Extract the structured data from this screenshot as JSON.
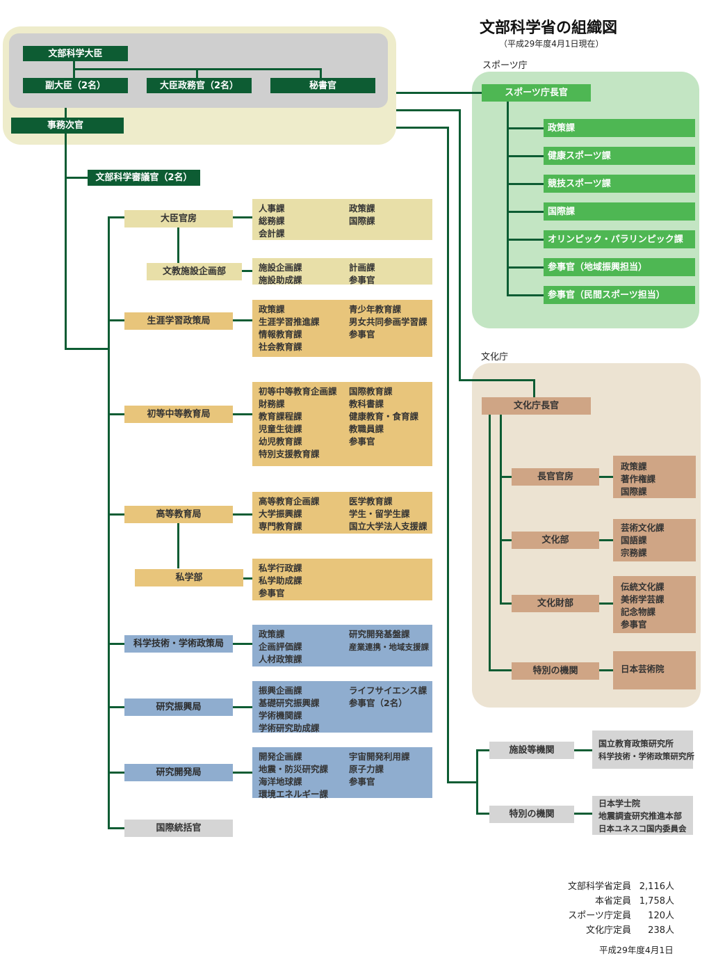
{
  "header": {
    "title": "文部科学省の組織図",
    "date_note": "（平成29年度4月1日現在）"
  },
  "top": {
    "minister": "文部科学大臣",
    "vice_minister": "副大臣（2名）",
    "parliamentary_vice": "大臣政務官（2名）",
    "secretary": "秘書官",
    "vice_admin": "事務次官",
    "deliberation": "文部科学審議官（2名）"
  },
  "bureaus": {
    "secretariat": {
      "label": "大臣官房",
      "left": [
        "人事課",
        "総務課",
        "会計課"
      ],
      "right": [
        "政策課",
        "国際課"
      ]
    },
    "facilities": {
      "label": "文教施設企画部",
      "left": [
        "施設企画課",
        "施設助成課"
      ],
      "right": [
        "計画課",
        "参事官"
      ]
    },
    "lifelong": {
      "label": "生涯学習政策局",
      "left": [
        "政策課",
        "生涯学習推進課",
        "情報教育課",
        "社会教育課"
      ],
      "right": [
        "青少年教育課",
        "男女共同参画学習課",
        "参事官"
      ]
    },
    "elementary": {
      "label": "初等中等教育局",
      "left": [
        "初等中等教育企画課",
        "財務課",
        "教育課程課",
        "児童生徒課",
        "幼児教育課",
        "特別支援教育課"
      ],
      "right": [
        "国際教育課",
        "教科書課",
        "健康教育・食育課",
        "教職員課",
        "参事官"
      ]
    },
    "higher": {
      "label": "高等教育局",
      "left": [
        "高等教育企画課",
        "大学振興課",
        "専門教育課"
      ],
      "right": [
        "医学教育課",
        "学生・留学生課",
        "国立大学法人支援課"
      ]
    },
    "private": {
      "label": "私学部",
      "left": [
        "私学行政課",
        "私学助成課",
        "参事官"
      ],
      "right": []
    },
    "science_policy": {
      "label": "科学技術・学術政策局",
      "left": [
        "政策課",
        "企画評価課",
        "人材政策課"
      ],
      "right": [
        "研究開発基盤課",
        "産業連携・地域支援課"
      ]
    },
    "research_promo": {
      "label": "研究振興局",
      "left": [
        "振興企画課",
        "基礎研究振興課",
        "学術機関課",
        "学術研究助成課"
      ],
      "right": [
        "ライフサイエンス課",
        "参事官（2名）"
      ]
    },
    "rnd": {
      "label": "研究開発局",
      "left": [
        "開発企画課",
        "地震・防災研究課",
        "海洋地球課",
        "環境エネルギー課"
      ],
      "right": [
        "宇宙開発利用課",
        "原子力課",
        "参事官"
      ]
    },
    "intl": {
      "label": "国際統括官"
    }
  },
  "sports": {
    "region_label": "スポーツ庁",
    "head": "スポーツ庁長官",
    "divisions": [
      "政策課",
      "健康スポーツ課",
      "競技スポーツ課",
      "国際課",
      "オリンピック・パラリンピック課",
      "参事官（地域振興担当）",
      "参事官（民間スポーツ担当）"
    ]
  },
  "culture": {
    "region_label": "文化庁",
    "head": "文化庁長官",
    "secretariat": {
      "label": "長官官房",
      "items": [
        "政策課",
        "著作権課",
        "国際課"
      ]
    },
    "culture_dept": {
      "label": "文化部",
      "items": [
        "芸術文化課",
        "国語課",
        "宗務課"
      ]
    },
    "properties": {
      "label": "文化財部",
      "items": [
        "伝統文化課",
        "美術学芸課",
        "記念物課",
        "参事官"
      ]
    },
    "special": {
      "label": "特別の機関",
      "items": [
        "日本芸術院"
      ]
    }
  },
  "others": {
    "facilities": {
      "label": "施設等機関",
      "items": [
        "国立教育政策研究所",
        "科学技術・学術政策研究所"
      ]
    },
    "special": {
      "label": "特別の機関",
      "items": [
        "日本学士院",
        "地震調査研究推進本部",
        "日本ユネスコ国内委員会"
      ]
    }
  },
  "staffing": {
    "rows": [
      {
        "label": "文部科学省定員",
        "value": "2,116人"
      },
      {
        "label": "本省定員",
        "value": "1,758人"
      },
      {
        "label": "スポーツ庁定員",
        "value": "120人"
      },
      {
        "label": "文化庁定員",
        "value": "238人"
      }
    ],
    "date": "平成29年度4月1日"
  },
  "colors": {
    "dark_green": "#0d5c33",
    "sports_green": "#4eb753",
    "secretariat_yellow": "#e8dfa8",
    "bureau_orange": "#e8c57b",
    "science_blue": "#8fadcf",
    "culture_tan": "#cfa585",
    "gray": "#d5d5d5"
  }
}
